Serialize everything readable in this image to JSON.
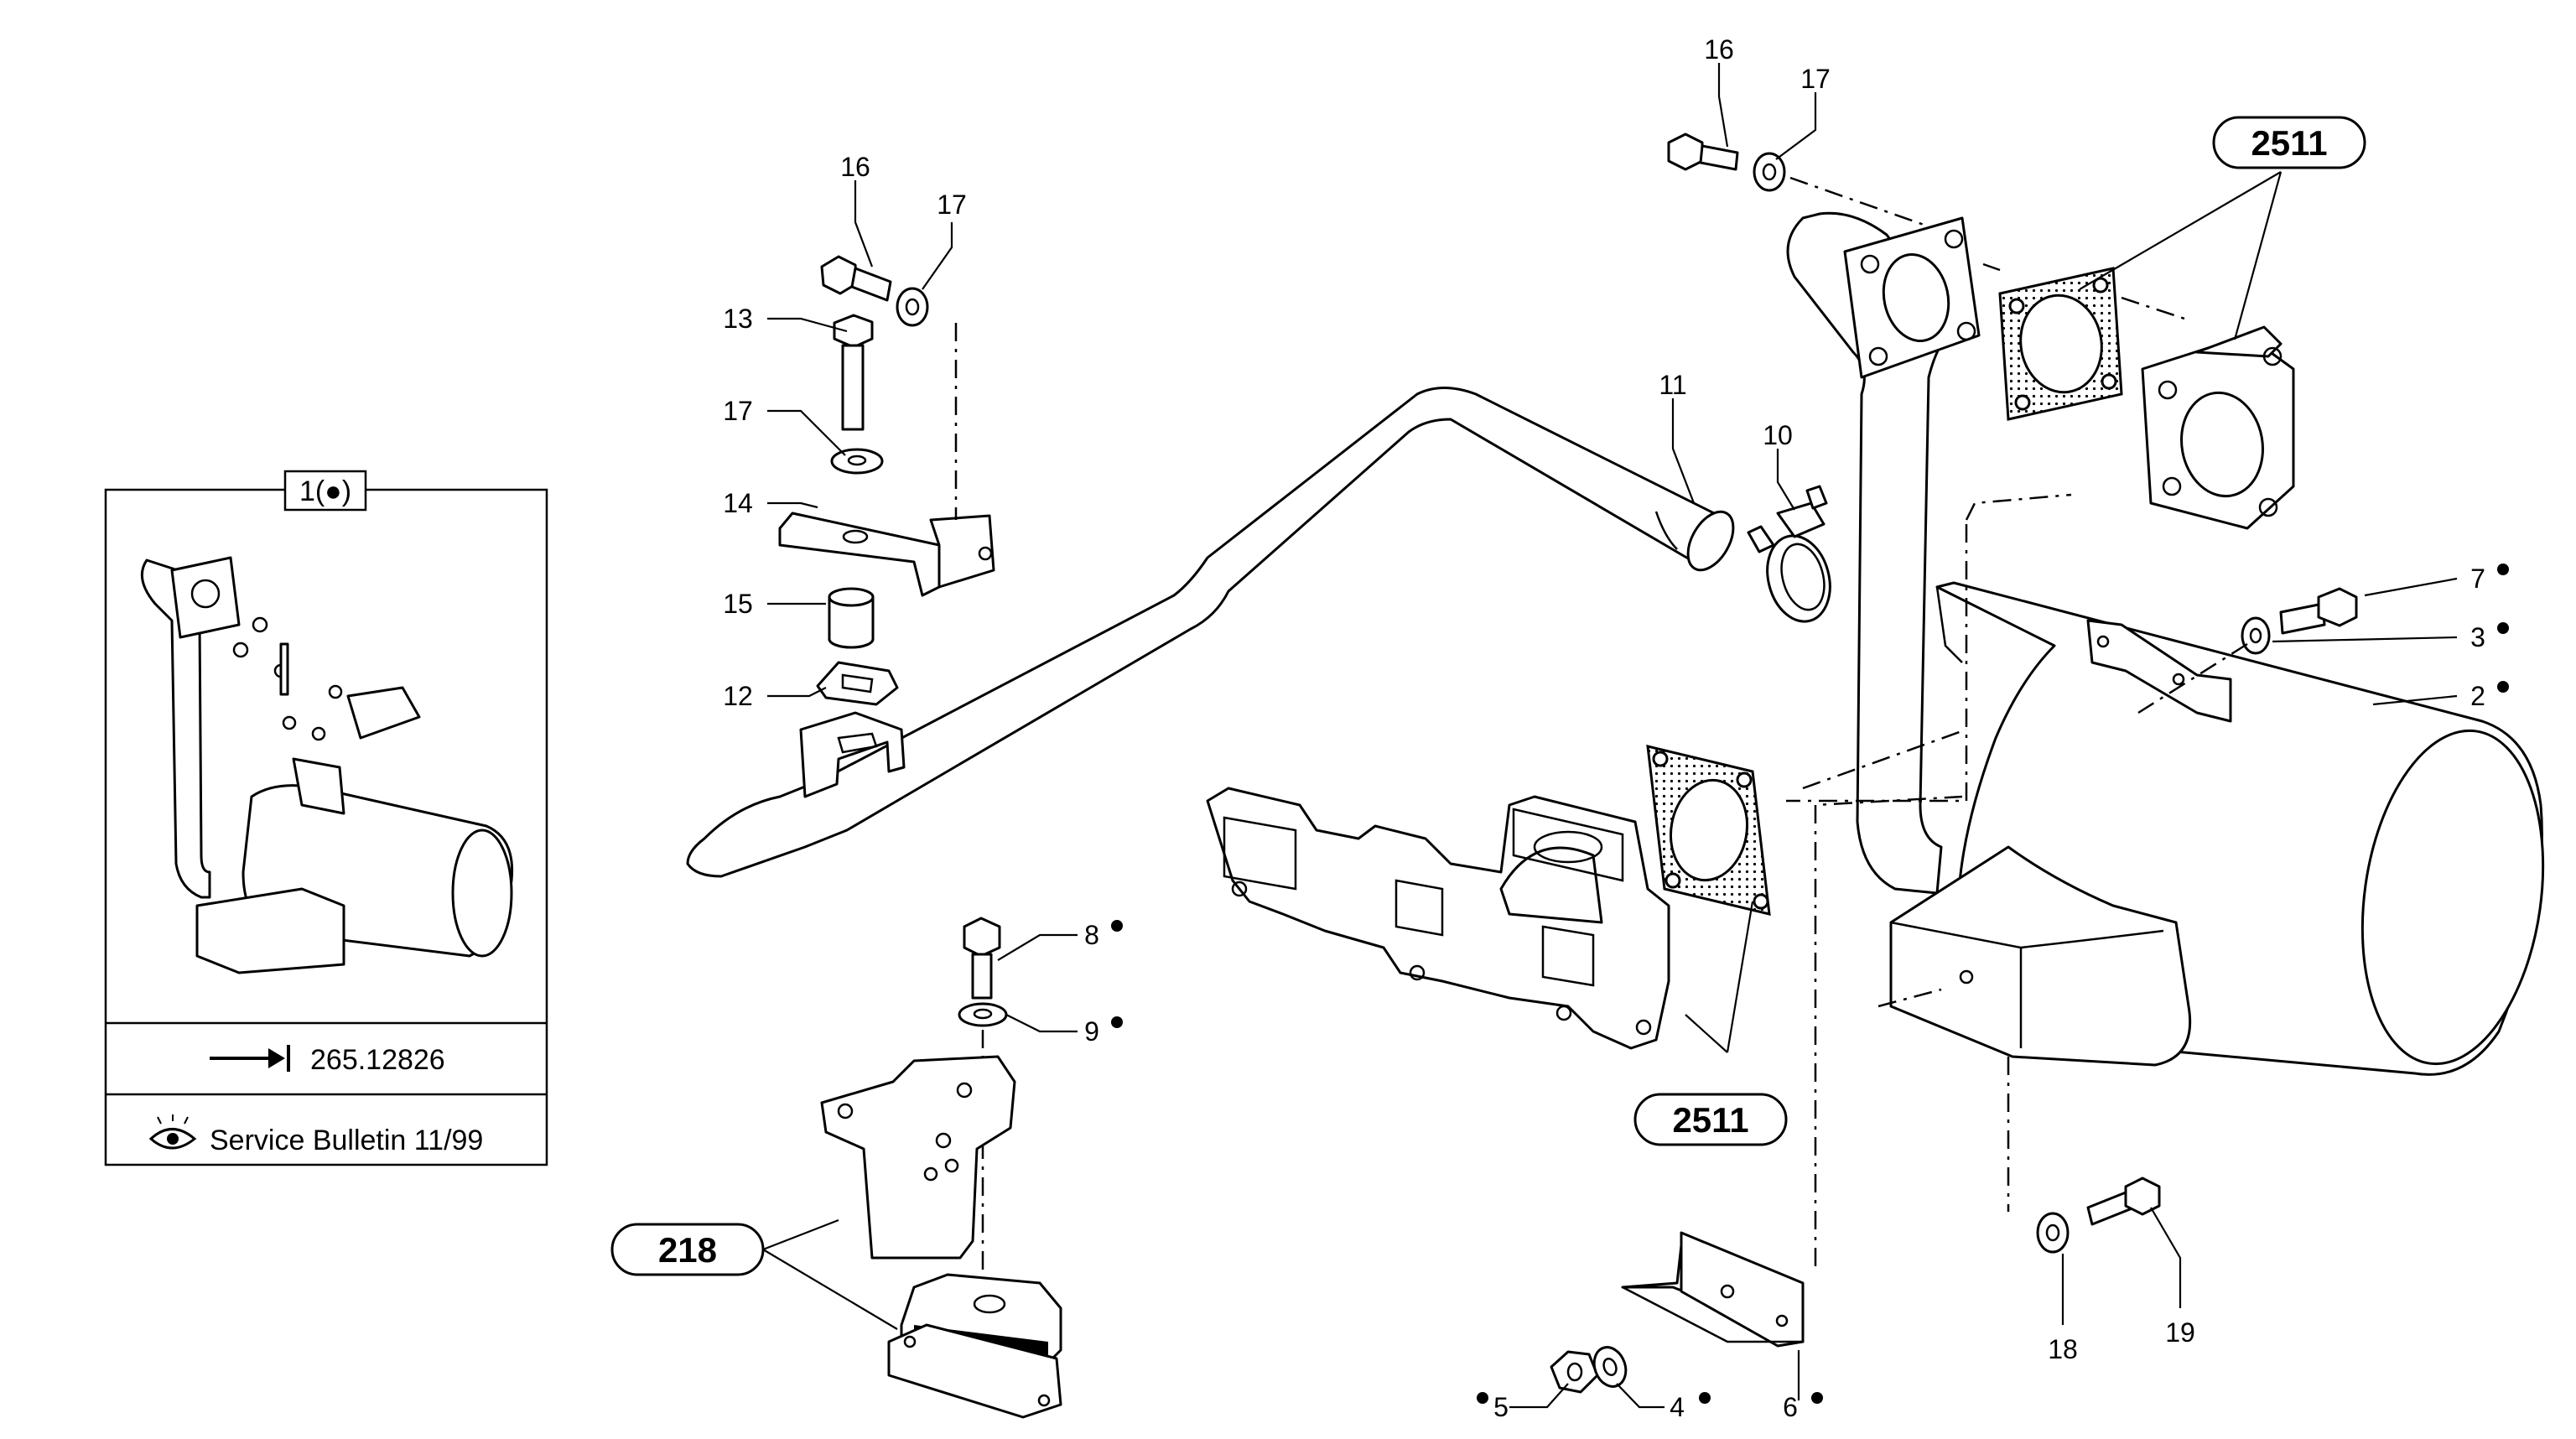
{
  "inset": {
    "title": "1(●)",
    "ref_number": "265.12826",
    "bulletin": "Service Bulletin 11/99",
    "arrow_icon": "arrow-to-bar-icon",
    "eye_icon": "eye-icon"
  },
  "callouts": {
    "c16a": "16",
    "c17a": "17",
    "c16b": "16",
    "c17b": "17",
    "c13": "13",
    "c17c": "17",
    "c14": "14",
    "c15": "15",
    "c12": "12",
    "c11": "11",
    "c10": "10",
    "c7": "7",
    "c3": "3",
    "c2": "2",
    "c8": "8",
    "c9": "9",
    "c5": "5",
    "c4": "4",
    "c6": "6",
    "c18": "18",
    "c19": "19"
  },
  "references": {
    "r2511_top": "2511",
    "r2511_bottom": "2511",
    "r218": "218"
  },
  "bullet_symbol": "●"
}
